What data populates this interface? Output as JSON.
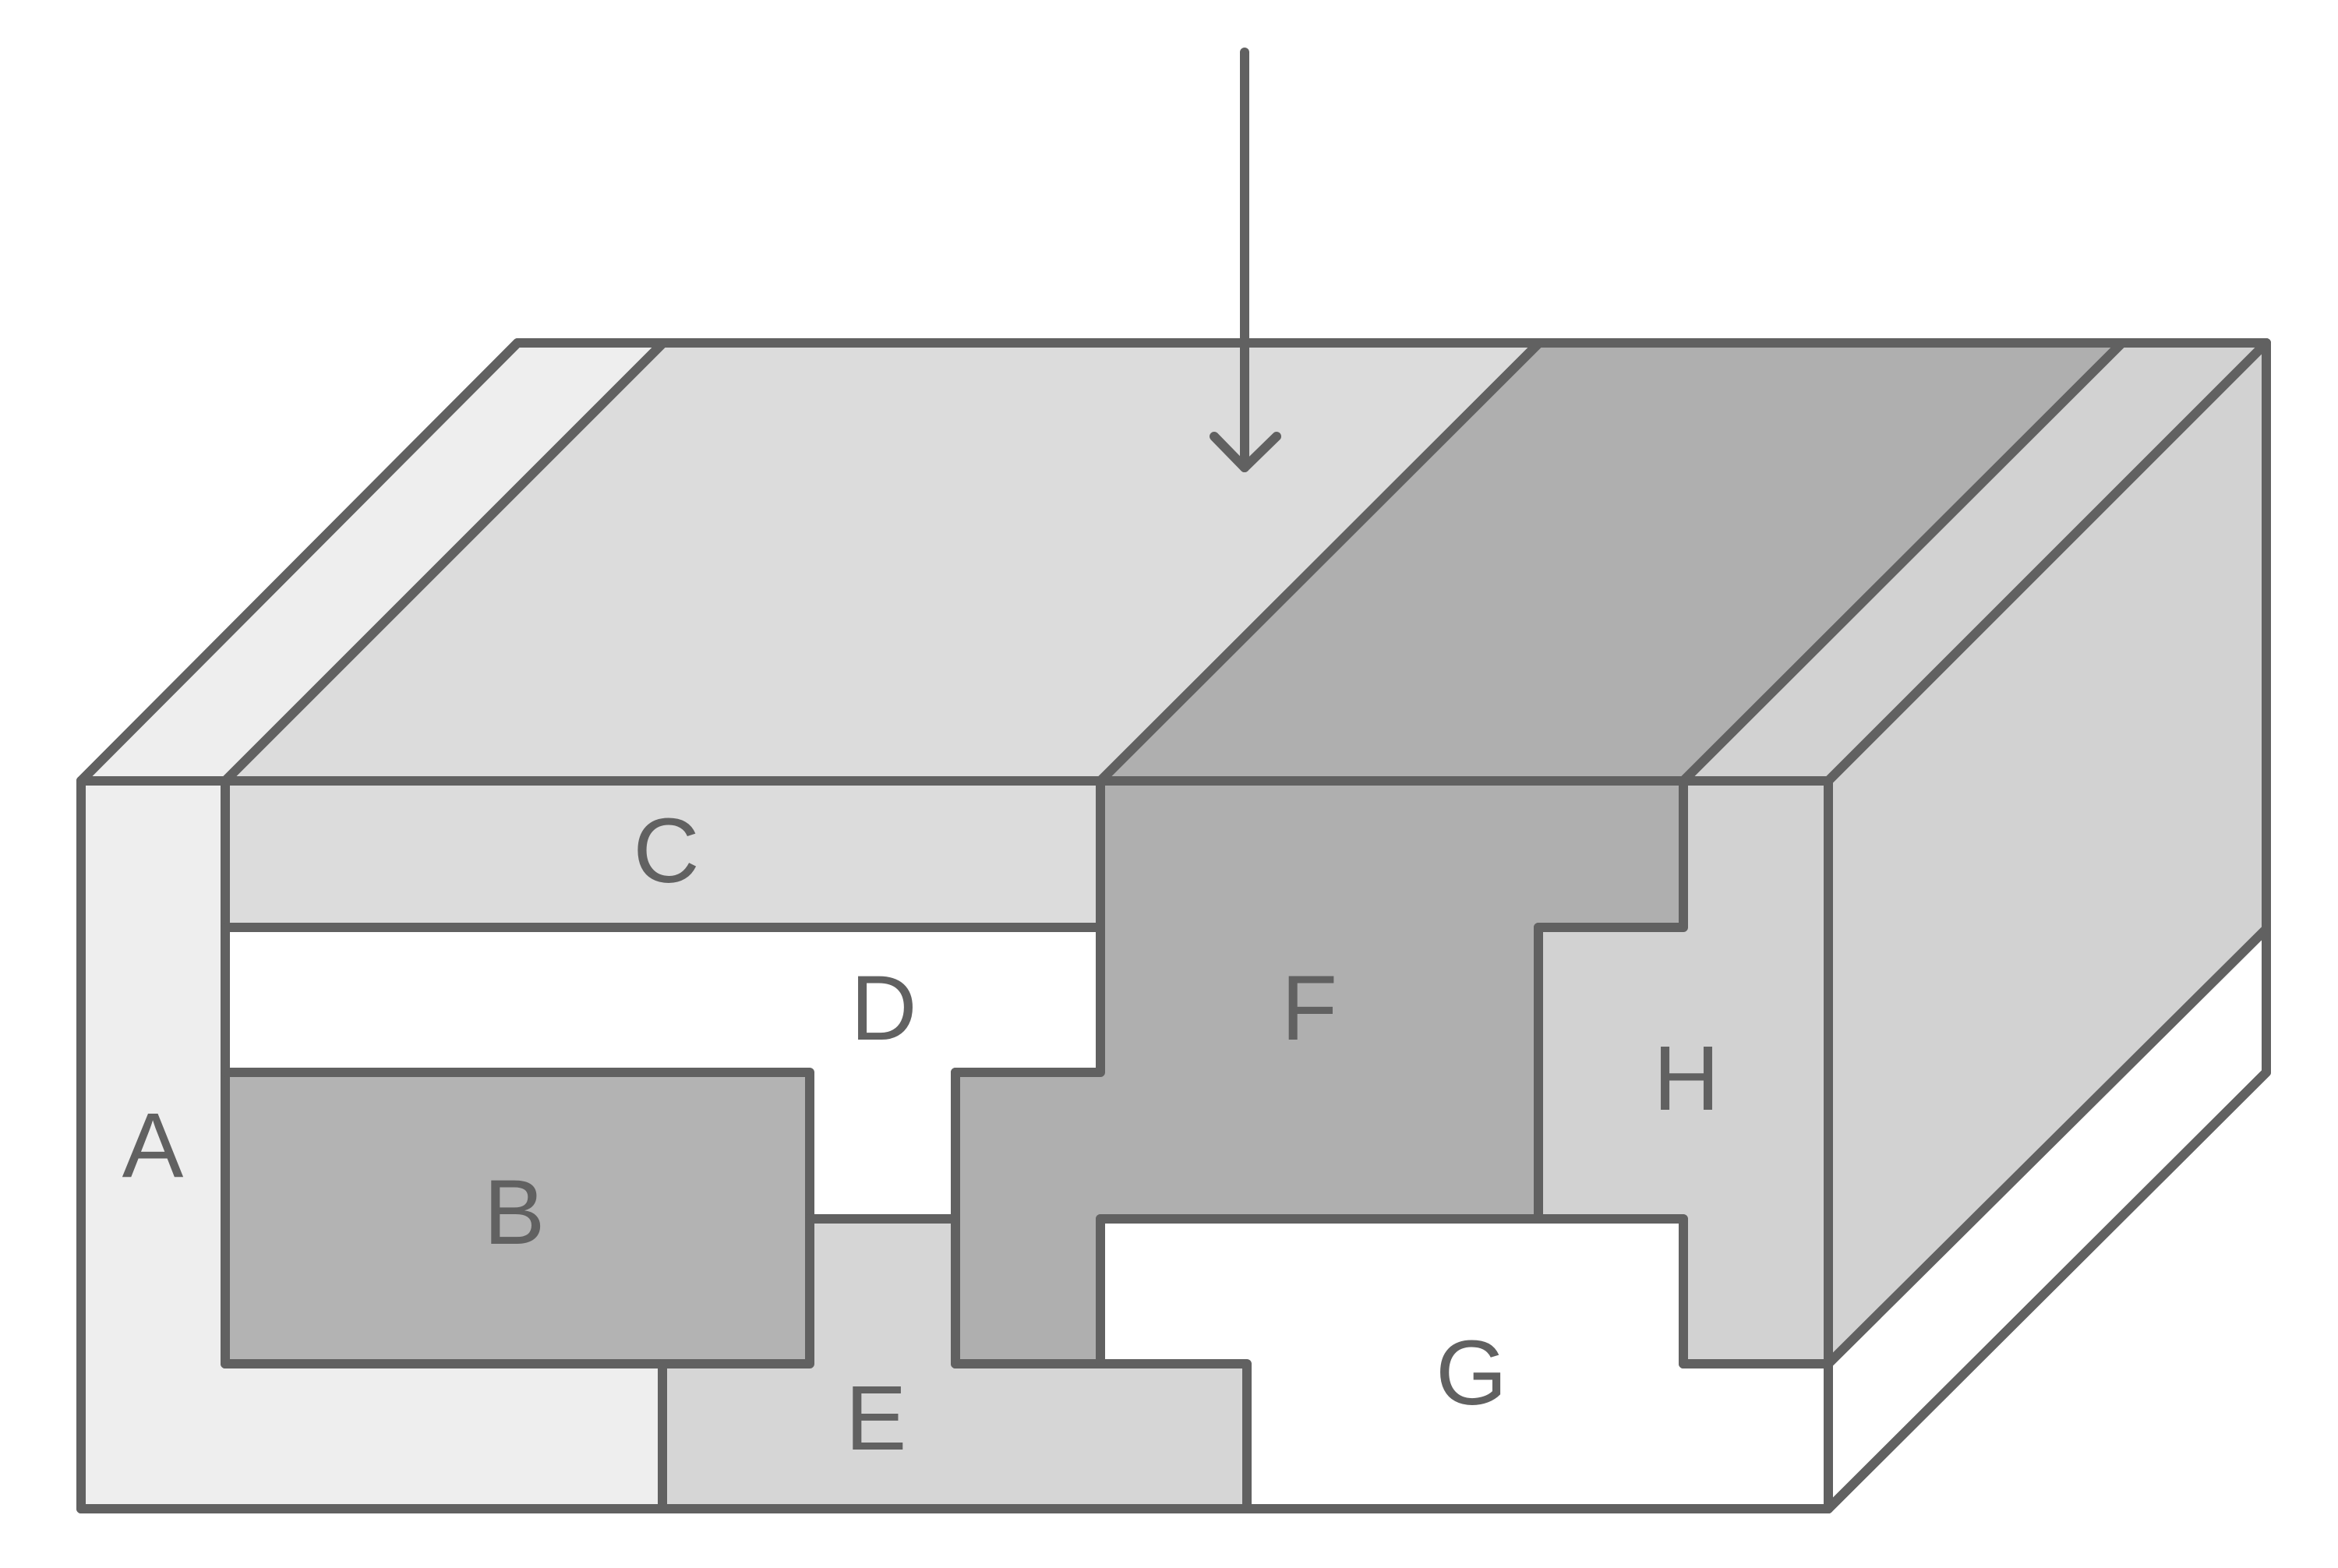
{
  "colors": {
    "outline": "#616161",
    "white": "#ffffff",
    "lightest_gray": "#eeeeee",
    "light_gray": "#dcdcdc",
    "mid_light_gray": "#d2d2d2",
    "mid_gray": "#b3b3b3",
    "dark_gray": "#afafaf"
  },
  "regions": [
    {
      "id": "A",
      "label": "A",
      "fill": "#eeeeee"
    },
    {
      "id": "B",
      "label": "B",
      "fill": "#b3b3b3"
    },
    {
      "id": "C",
      "label": "C",
      "fill": "#dcdcdc"
    },
    {
      "id": "D",
      "label": "D",
      "fill": "#ffffff"
    },
    {
      "id": "E",
      "label": "E",
      "fill": "#d6d6d6"
    },
    {
      "id": "F",
      "label": "F",
      "fill": "#afafaf"
    },
    {
      "id": "G",
      "label": "G",
      "fill": "#ffffff"
    },
    {
      "id": "H",
      "label": "H",
      "fill": "#d2d2d2"
    }
  ],
  "arrow": {
    "direction": "down"
  }
}
